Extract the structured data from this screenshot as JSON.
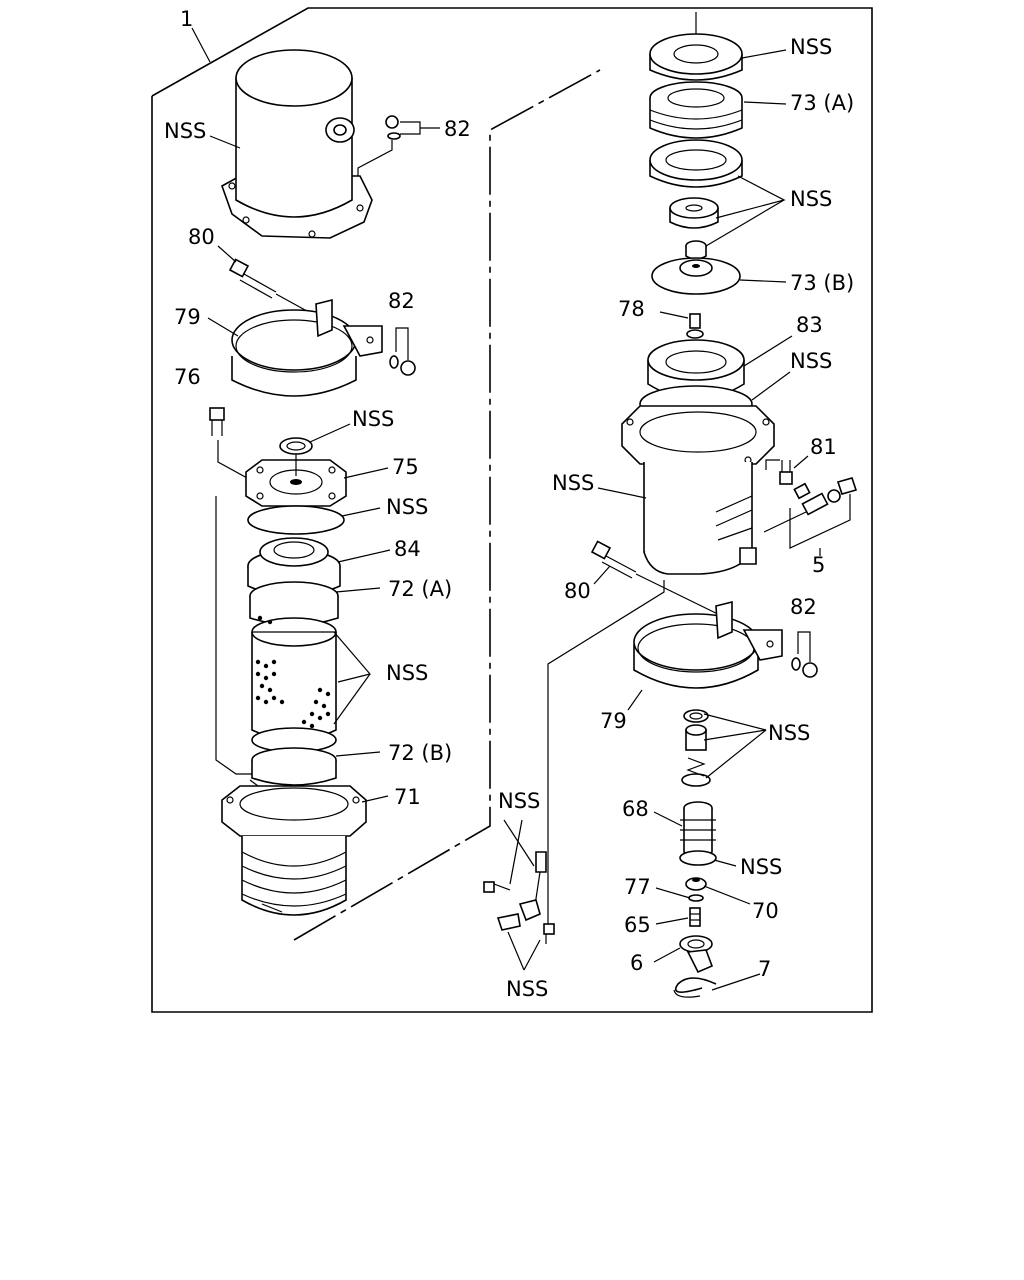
{
  "diagram": {
    "labels": {
      "assembly_1": "1",
      "cover_nss": "NSS",
      "nut_82_top": "82",
      "bolt_80_left": "80",
      "band_79_left": "79",
      "nut_82_mid": "82",
      "bolt_76": "76",
      "seal_nss_left": "NSS",
      "cap_75": "75",
      "gasket_nss_left": "NSS",
      "ring_84": "84",
      "element_72a": "72 (A)",
      "element_nss_left": "NSS",
      "element_72b": "72 (B)",
      "housing_71": "71",
      "top_nss": "NSS",
      "element_73a": "73 (A)",
      "stack_nss_right": "NSS",
      "cap_73b": "73 (B)",
      "plug_78": "78",
      "ring_83": "83",
      "gasket_nss_right": "NSS",
      "screw_81": "81",
      "body_nss": "NSS",
      "sensor_5": "5",
      "bolt_80_right": "80",
      "nut_82_right": "82",
      "band_79_right": "79",
      "valve_nss": "NSS",
      "valve_68": "68",
      "valve_body_nss": "NSS",
      "washer_77": "77",
      "seat_70": "70",
      "screw_65": "65",
      "fitting_6": "6",
      "clip_7": "7",
      "bracket_nss_upper": "NSS",
      "bracket_nss_lower": "NSS"
    }
  }
}
